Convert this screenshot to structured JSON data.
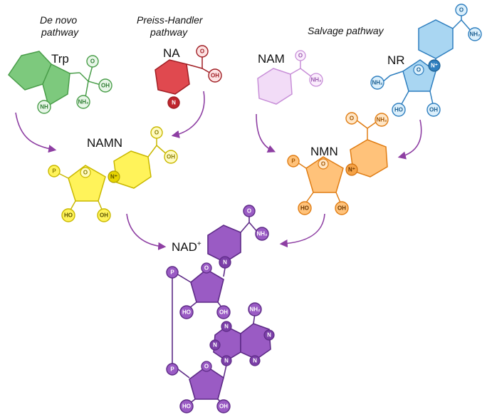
{
  "titles": {
    "de_novo_line1": "De novo",
    "de_novo_line2": "pathway",
    "preiss_line1": "Preiss-Handler",
    "preiss_line2": "pathway",
    "salvage": "Salvage pathway"
  },
  "molecules": {
    "trp": "Trp",
    "na": "NA",
    "nam": "NAM",
    "nr": "NR",
    "namn": "NAMN",
    "nmn": "NMN",
    "nad": "NAD",
    "nad_sup": "+"
  },
  "atoms": {
    "O": "O",
    "OH": "OH",
    "HO": "HO",
    "NH": "NH",
    "NH2": "NH₂",
    "N": "N",
    "Nplus": "N⁺",
    "P": "P"
  },
  "colors": {
    "green": "#5cb85c",
    "green_fill": "#7dc97d",
    "red": "#c0262d",
    "red_fill": "#e0494f",
    "pink": "#d9a8e6",
    "pink_fill": "#f2dcf7",
    "blue": "#3a8fd0",
    "blue_fill": "#a9d6f2",
    "yellow": "#d4c400",
    "yellow_fill": "#fff35a",
    "orange": "#f0962a",
    "orange_fill": "#ffc27a",
    "purple": "#5e2b87",
    "purple_fill": "#9a5bc4",
    "arrow": "#8e3fa3"
  }
}
